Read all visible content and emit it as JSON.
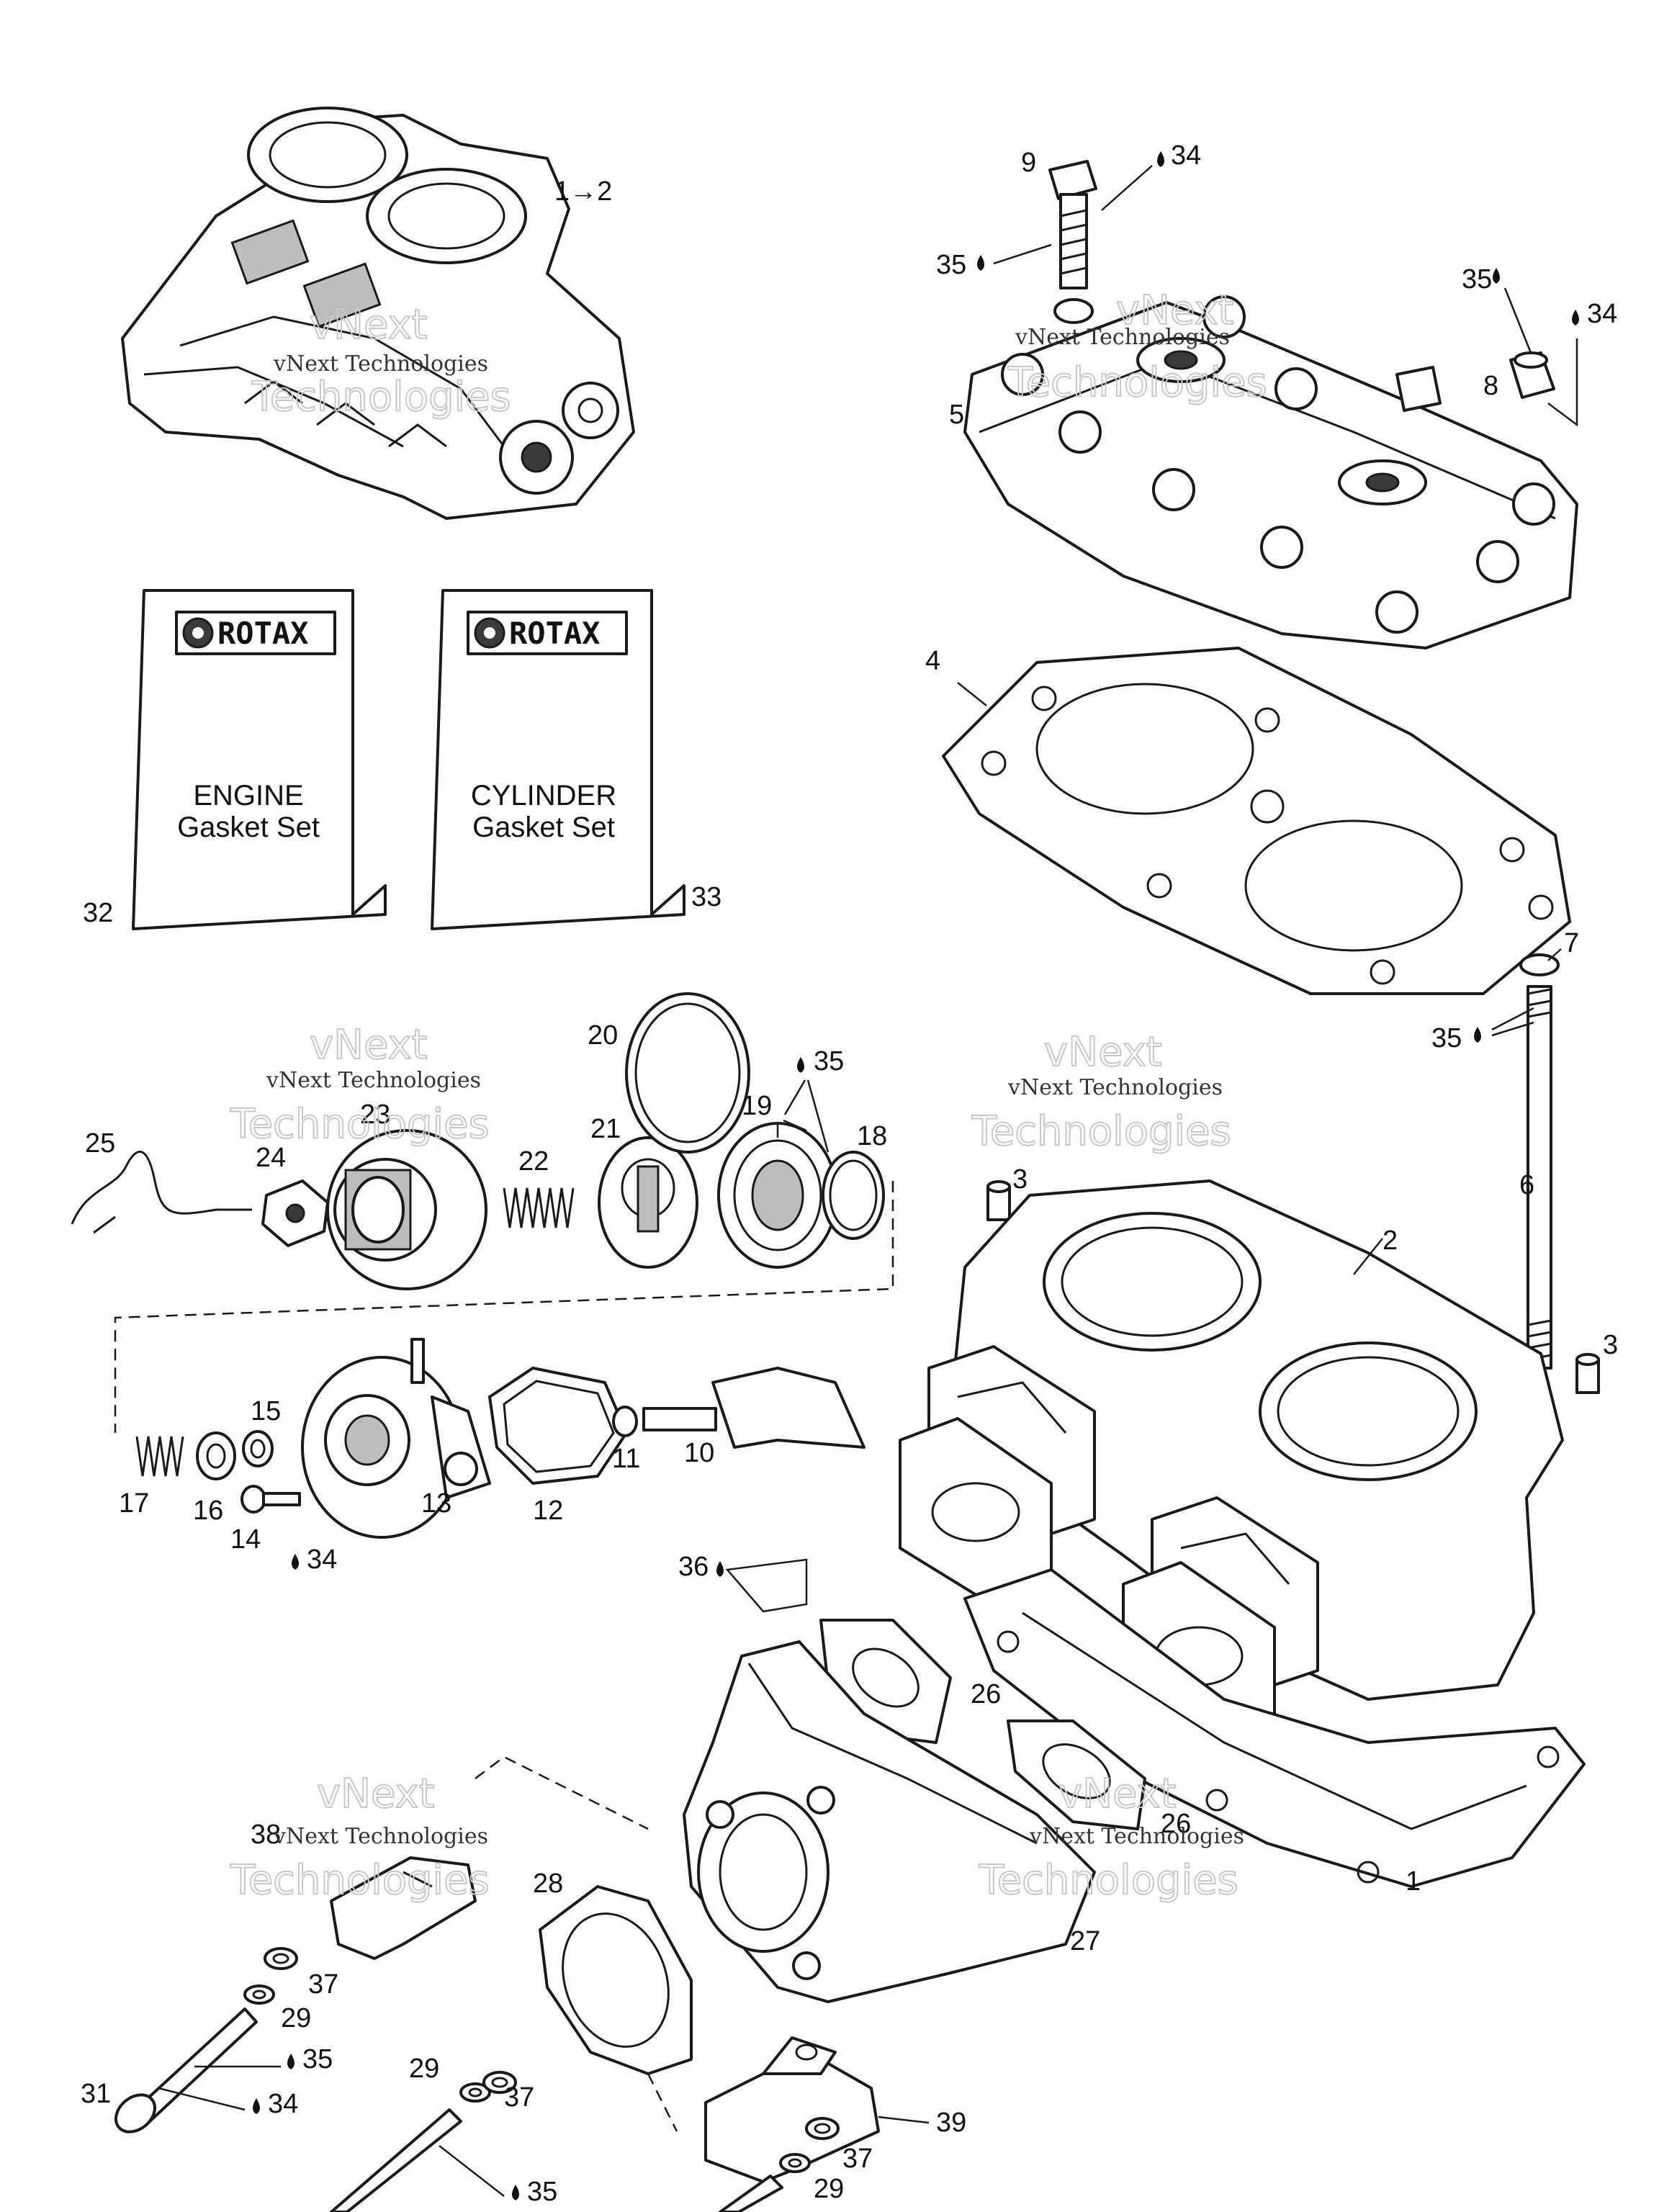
{
  "watermark": {
    "brand": "vNext",
    "line1": "vNext Technologies",
    "line2": "Technologies"
  },
  "gasket_sets": [
    {
      "brand": "ROTAX",
      "line1": "ENGINE",
      "line2": "Gasket Set",
      "number": "32"
    },
    {
      "brand": "ROTAX",
      "line1": "CYLINDER",
      "line2": "Gasket Set",
      "number": "33"
    }
  ],
  "callouts": {
    "engine_assembly": "1→2",
    "cylinder_base_gasket": "1",
    "cylinder": "2",
    "dowel_left": "3",
    "dowel_right": "3",
    "head_gasket": "4",
    "cylinder_head": "5",
    "stud": "6",
    "washer": "7",
    "nut": "8",
    "screw": "9",
    "valve_piston": "10",
    "o_ring_11": "11",
    "gasket_12": "12",
    "valve_housing": "13",
    "screw_14": "14",
    "washer_15": "15",
    "washer_16": "16",
    "spring_17": "17",
    "o_ring_18": "18",
    "bellows": "19",
    "ring_20": "20",
    "piston_21": "21",
    "spring_22": "22",
    "valve_cover": "23",
    "cap_24": "24",
    "clip_25": "25",
    "exhaust_gasket_upper": "26",
    "exhaust_gasket_lower": "26",
    "exhaust_manifold": "27",
    "manifold_gasket": "28",
    "washer_29_a": "29",
    "washer_29_b": "29",
    "washer_29_c": "29",
    "screw_31": "31",
    "washer_37_a": "37",
    "washer_37_b": "37",
    "washer_37_c": "37",
    "bracket_38": "38",
    "bracket_39": "39"
  },
  "lubricants": {
    "l34_screw9": "34",
    "l35_screw9": "35",
    "l35_nut8": "35",
    "l34_nut8": "34",
    "l35_stud6": "35",
    "l35_bellows": "35",
    "l34_screw14": "34",
    "l36_gasket": "36",
    "l35_screw31": "35",
    "l34_screw31": "34",
    "l35_stud_bottom": "35"
  }
}
